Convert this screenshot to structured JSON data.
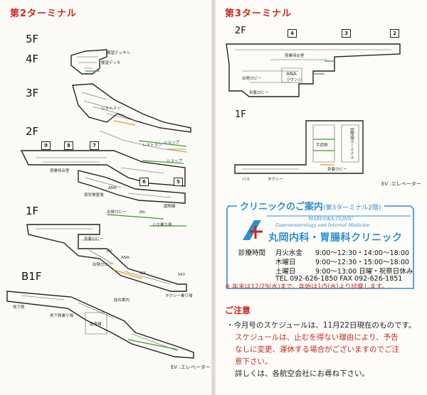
{
  "left_title": "第2ターミナル",
  "right_title": "第3ターミナル",
  "t2_floors": [
    "5F",
    "4F",
    "3F",
    "2F",
    "1F",
    "B1F"
  ],
  "t2_gates": [
    "9",
    "8",
    "7",
    "6",
    "5"
  ],
  "t2_labels": {
    "f4a": "展望デッキ",
    "f4b": "展望デッキへ",
    "f3a": "レストラン",
    "f3b": "ショップ",
    "f2a": "レストラン",
    "f2b": "ショップ",
    "f2c": "搭乗待合室",
    "f2d": "出発ロビー",
    "f2e": "国際線",
    "f2f": "ANA",
    "f2g": "JAL",
    "f2h": "保安検査場",
    "f1a": "到着ロビー",
    "f1b": "バス乗り場",
    "f1c": "ANA",
    "f1d": "JAL",
    "f1e": "IBX",
    "f1f": "SKY",
    "f1g": "出発ロビー",
    "f1h": "タクシー乗り場",
    "b1a": "地下鉄",
    "b1b": "地下鉄乗り場",
    "b1c": "駐車場",
    "b1d": "総合案内",
    "elev": "EV :エレベーター"
  },
  "t3_floors": [
    "2F",
    "1F"
  ],
  "t3_gates": [
    "4",
    "3",
    "2"
  ],
  "t3_labels": {
    "f2a": "搭乗待合室",
    "f2b": "ANA",
    "f2c": "ラウンジ",
    "f2d": "出発ロビー",
    "f2e": "到着ロビー",
    "f2f": "国際線ターミナル",
    "f1a": "到着ロビー",
    "f1b": "手荷物",
    "f1c": "バス",
    "f1d": "タクシー",
    "elev": "EV :エレベーター"
  },
  "clinic": {
    "title": "クリニックのご案内",
    "subtitle": "(第3ターミナル2階)",
    "name_en1": "MARUOKA CLINIC",
    "name_en2": "Gastroenterology and Internal Medicine",
    "name_jp": "丸岡内科・胃腸科クリニック",
    "hours_label": "診療時間",
    "rows": [
      {
        "days": "月火水金",
        "time": "9:00～12:30・14:00～18:00"
      },
      {
        "days": "木曜日",
        "time": "9:00～12:30・15:00～18:00"
      },
      {
        "days": "土曜日",
        "time": "9:00～13:00 日曜・祝祭日休み"
      }
    ],
    "tel": "TEL 092-626-1850 FAX 092-626-1851",
    "holiday_note": "※ 年末は12/29(水)まで、年始は1/5(水)より診察します。"
  },
  "notice": {
    "title": "ご注意",
    "line1": "・今月号のスケジュールは、11月22日現在のものです。",
    "line2": "スケジュールは、止むを得ない理由により、予告",
    "line3": "なしに変更、運休する場合がございますのでご注",
    "line4": "意下さい。",
    "line5": "詳しくは、各航空会社にお尋ね下さい。"
  },
  "colors": {
    "title_red": "#c8281e",
    "clinic_blue": "#2b8fd0",
    "green": "#3a9a3a",
    "orange": "#e59a1a"
  }
}
